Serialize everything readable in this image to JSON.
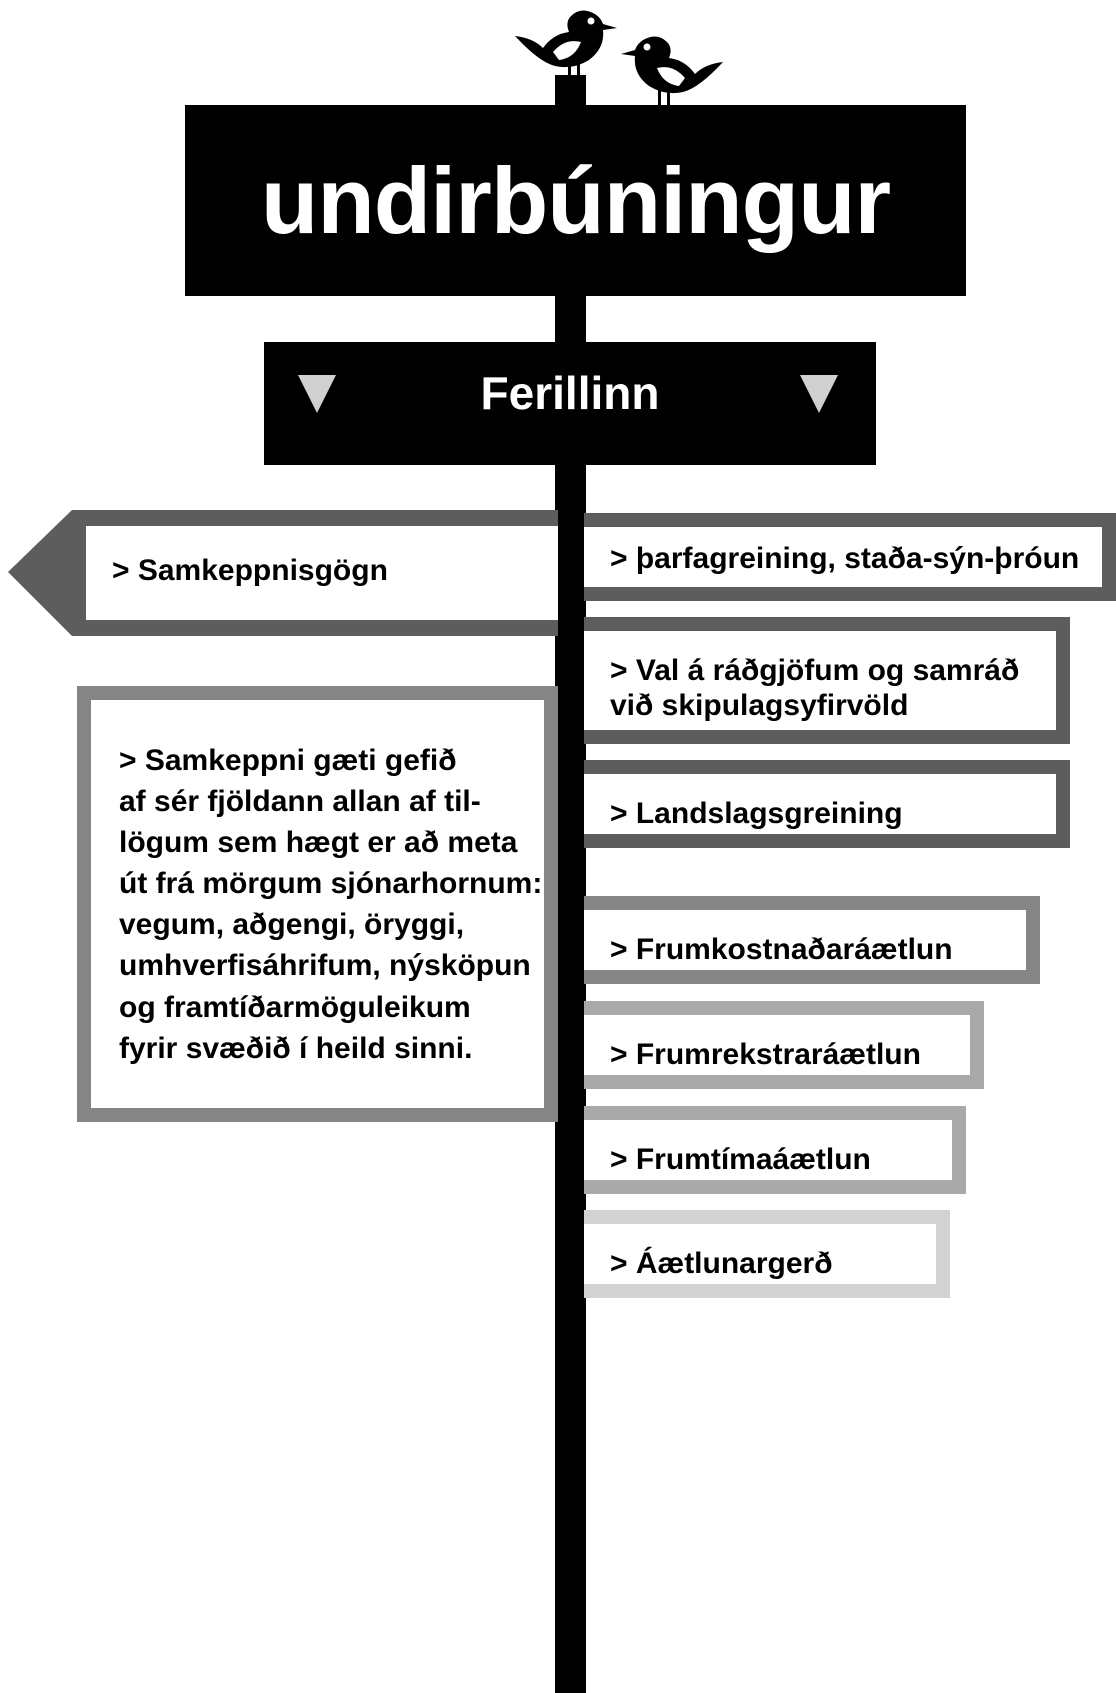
{
  "title": "undirbúningur",
  "subtitle": "Ferillinn",
  "colors": {
    "post": "#000000",
    "sign_dark": "#000000",
    "border_dark": "#5d5d5d",
    "border_mid": "#858585",
    "border_light": "#a9a9a9",
    "border_lightest": "#d2d2d2",
    "triangle": "#d0d0d0"
  },
  "icons": [
    "bird-icon",
    "bird-icon",
    "triangle-down-icon",
    "triangle-down-icon"
  ],
  "left_signs": [
    {
      "text": "> Samkeppnisgögn"
    },
    {
      "lines": [
        "> Samkeppni gæti gefið",
        "af sér fjöldann allan af til-",
        "lögum sem hægt er að meta",
        "út frá mörgum sjónarhornum:",
        "vegum, aðgengi, öryggi,",
        "umhverfisáhrifum, nýsköpun",
        "og framtíðarmöguleikum",
        "fyrir svæðið í heild sinni."
      ]
    }
  ],
  "right_signs": [
    {
      "lines": [
        "> þarfagreining, staða-sýn-þróun"
      ]
    },
    {
      "lines": [
        "> Val á ráðgjöfum og samráð",
        "við skipulagsyfirvöld"
      ]
    },
    {
      "lines": [
        "> Landslagsgreining"
      ]
    },
    {
      "lines": [
        "> Frumkostnaðaráætlun"
      ]
    },
    {
      "lines": [
        "> Frumrekstraráætlun"
      ]
    },
    {
      "lines": [
        "> Frumtímaáætlun"
      ]
    },
    {
      "lines": [
        "> Áætlunargerð"
      ]
    }
  ]
}
